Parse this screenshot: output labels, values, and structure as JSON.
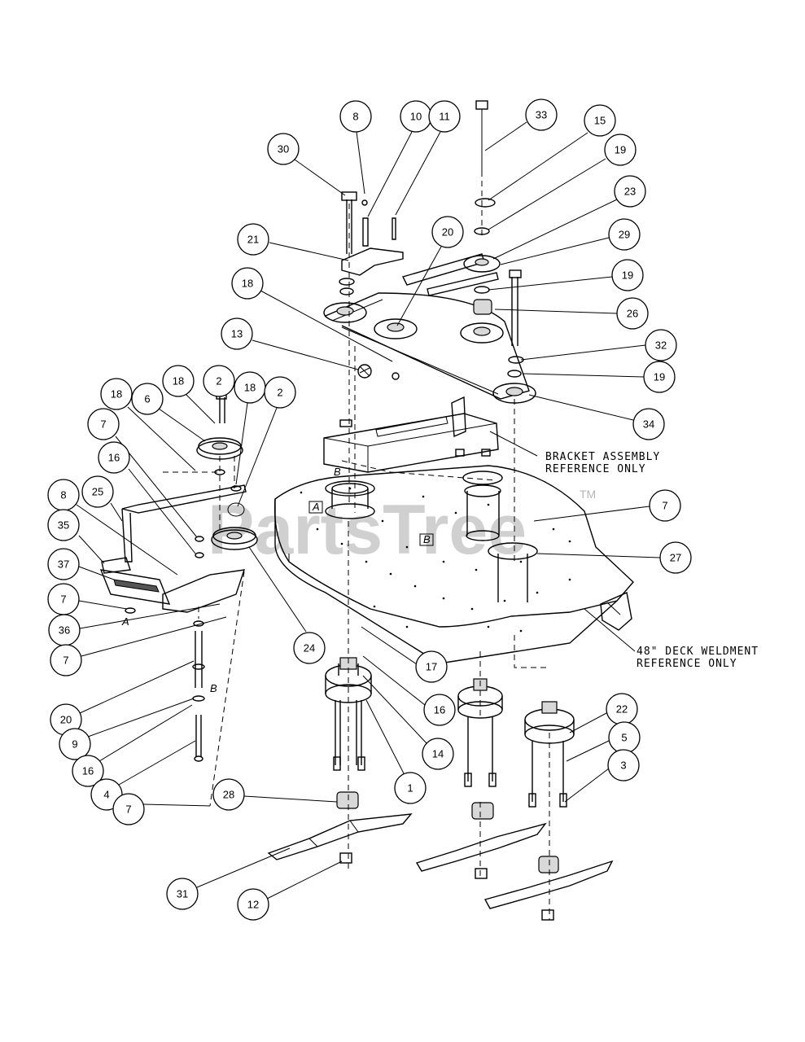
{
  "watermark": {
    "text": "PartsTree",
    "tm": "TM"
  },
  "notes": {
    "bracket": [
      "BRACKET ASSEMBLY",
      "REFERENCE ONLY"
    ],
    "deck": [
      "48\" DECK WELDMENT",
      "REFERENCE ONLY"
    ]
  },
  "reference_letters": [
    "A",
    "B",
    "A",
    "B",
    "B"
  ],
  "callouts": [
    "8",
    "10",
    "11",
    "33",
    "15",
    "30",
    "19",
    "23",
    "21",
    "29",
    "20",
    "19",
    "18",
    "26",
    "13",
    "32",
    "19",
    "34",
    "18",
    "2",
    "18",
    "2",
    "6",
    "7",
    "16",
    "8",
    "25",
    "35",
    "37",
    "7",
    "36",
    "7",
    "20",
    "9",
    "16",
    "4",
    "7",
    "24",
    "17",
    "16",
    "14",
    "1",
    "7",
    "27",
    "22",
    "5",
    "3",
    "28",
    "31",
    "12"
  ]
}
